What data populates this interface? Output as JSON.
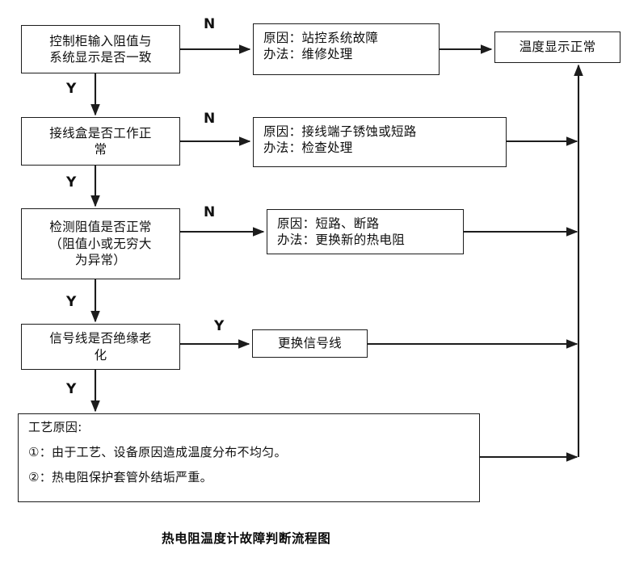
{
  "diagram": {
    "caption": "热电阻温度计故障判断流程图",
    "nodes": {
      "q1": {
        "line1": "控制柜输入阻值与",
        "line2": "系统显示是否一致"
      },
      "r1": {
        "line1": "原因：站控系统故障",
        "line2": "办法：维修处理"
      },
      "ok": {
        "line1": "温度显示正常"
      },
      "q2": {
        "line1": "接线盒是否工作正",
        "line2": "常"
      },
      "r2": {
        "line1": "原因：接线端子锈蚀或短路",
        "line2": "办法：检查处理"
      },
      "q3": {
        "line1": "检测阻值是否正常",
        "line2": "（阻值小或无穷大",
        "line3": "为异常）"
      },
      "r3": {
        "line1": "原因：短路、断路",
        "line2": "办法：更换新的热电阻"
      },
      "q4": {
        "line1": "信号线是否绝缘老",
        "line2": "化"
      },
      "r4": {
        "line1": "更换信号线"
      },
      "q5": {
        "line1": "工艺原因:",
        "line2": "①：由于工艺、设备原因造成温度分布不均匀。",
        "line3": "②：热电阻保护套管外结垢严重。"
      }
    },
    "edge_labels": {
      "n1": "N",
      "n2": "N",
      "n3": "N",
      "y4": "Y",
      "y1": "Y",
      "y2": "Y",
      "y3": "Y",
      "y5": "Y"
    },
    "colors": {
      "stroke": "#1c1c1c",
      "text": "#0f0f0f",
      "background": "#ffffff"
    }
  }
}
